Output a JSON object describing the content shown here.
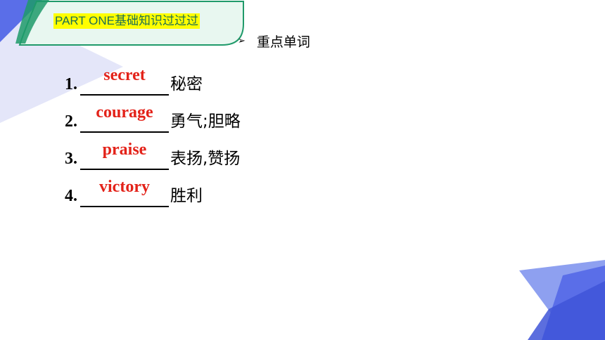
{
  "header": {
    "part_label": "PART ONE基础知识过过过"
  },
  "section": {
    "bullet_icon": "arrow-bullet-icon",
    "title": "重点单词"
  },
  "vocab_items": [
    {
      "number": "1.",
      "answer": "secret",
      "meaning": "秘密"
    },
    {
      "number": "2.",
      "answer": "courage",
      "meaning": "勇气;胆略"
    },
    {
      "number": "3.",
      "answer": "praise",
      "meaning": "表扬,赞扬"
    },
    {
      "number": "4.",
      "answer": "victory",
      "meaning": "胜利"
    }
  ],
  "colors": {
    "answer_red": "#e32219",
    "highlight_yellow": "#ffff00",
    "badge_green": "#1f9a6a",
    "deco_blue": "#5a6ee8",
    "deco_light": "#dde0f8"
  }
}
